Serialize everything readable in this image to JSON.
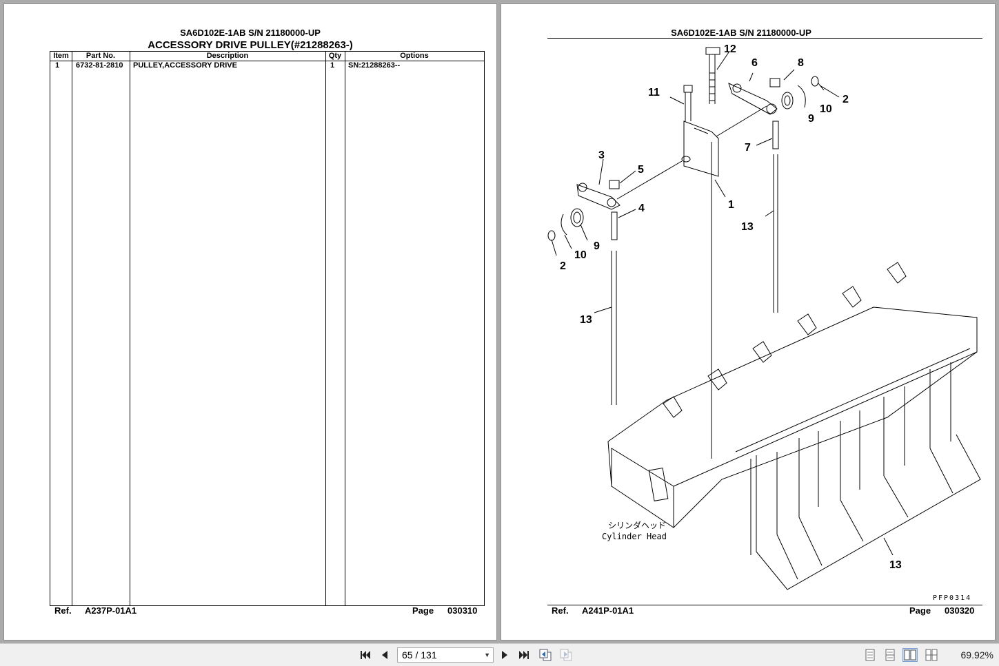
{
  "left_page": {
    "model": "SA6D102E-1AB S/N 21180000-UP",
    "title": "ACCESSORY DRIVE PULLEY(#21288263-)",
    "columns": [
      "Item",
      "Part No.",
      "Description",
      "Qty",
      "Options"
    ],
    "rows": [
      {
        "item": "1",
        "part_no": "6732-81-2810",
        "description": "PULLEY,ACCESSORY DRIVE",
        "qty": "1",
        "options": "SN:21288263--"
      }
    ],
    "ref_label": "Ref.",
    "ref_value": "A237P-01A1",
    "page_label": "Page",
    "page_value": "030310"
  },
  "right_page": {
    "model": "SA6D102E-1AB S/N 21180000-UP",
    "callouts": [
      "12",
      "6",
      "8",
      "2",
      "11",
      "10",
      "9",
      "7",
      "3",
      "5",
      "1",
      "4",
      "13",
      "9",
      "10",
      "2",
      "13",
      "13"
    ],
    "annotation_jp": "シリンダヘッド",
    "annotation_en": "Cylinder Head",
    "drawing_code": "PFP0314",
    "ref_label": "Ref.",
    "ref_value": "A241P-01A1",
    "page_label": "Page",
    "page_value": "030320"
  },
  "toolbar": {
    "page_indicator": "65 / 131",
    "zoom": "69.92%",
    "icons": [
      "first-page-icon",
      "previous-page-icon",
      "next-page-icon",
      "last-page-icon",
      "go-back-icon",
      "go-forward-icon",
      "single-page-view-icon",
      "continuous-view-icon",
      "facing-pages-view-icon",
      "continuous-facing-view-icon"
    ]
  }
}
